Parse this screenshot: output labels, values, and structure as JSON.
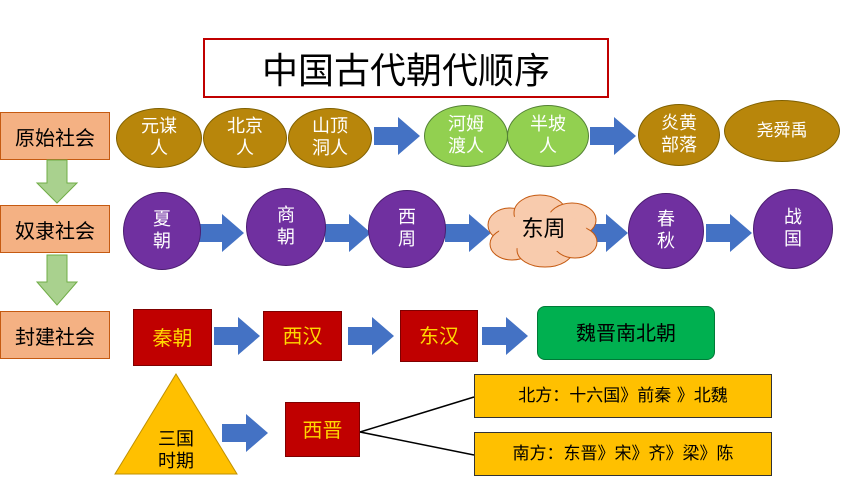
{
  "title": "中国古代朝代顺序",
  "eras": {
    "primitive": "原始社会",
    "slave": "奴隶社会",
    "feudal": "封建社会"
  },
  "primitive_nodes": [
    {
      "label": "元谋人"
    },
    {
      "label": "北京人"
    },
    {
      "label": "山顶洞人"
    },
    {
      "label": "河姆渡人"
    },
    {
      "label": "半坡人"
    },
    {
      "label": "炎黄部落"
    },
    {
      "label": "尧舜禹"
    }
  ],
  "slave_nodes": [
    {
      "label": "夏朝"
    },
    {
      "label": "商朝"
    },
    {
      "label": "西周"
    },
    {
      "label": "东周"
    },
    {
      "label": "春秋"
    },
    {
      "label": "战国"
    }
  ],
  "feudal_nodes": [
    {
      "label": "秦朝"
    },
    {
      "label": "西汉"
    },
    {
      "label": "东汉"
    },
    {
      "label": "魏晋南北朝"
    }
  ],
  "three_kingdoms": "三国时期",
  "western_jin": "西晋",
  "north_branch": "北方：十六国》前秦 》北魏",
  "south_branch": "南方：东晋》宋》齐》梁》陈",
  "colors": {
    "arrow_blue": "#4472c4",
    "arrow_green": "#a9d18e",
    "title_border": "#c00000",
    "era_fill": "#f4b183",
    "brown_oval": "#b8860b",
    "green_oval": "#92d050",
    "purple_circle": "#7030a0",
    "red_box": "#c00000",
    "green_box": "#00b050",
    "yellow_box": "#ffc000",
    "cloud_fill": "#f8cbad",
    "triangle_fill": "#ffc000"
  }
}
